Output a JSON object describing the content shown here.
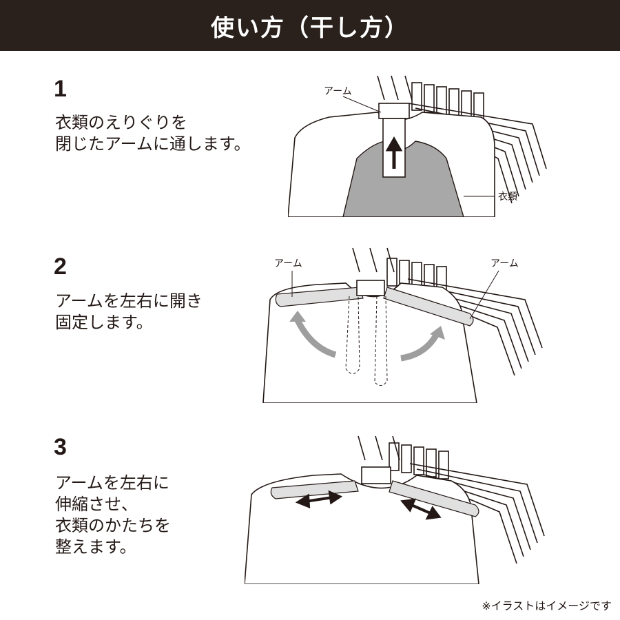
{
  "header": {
    "title": "使い方（干し方）"
  },
  "steps": [
    {
      "number": "1",
      "lines": [
        "衣類のえりぐりを",
        "閉じたアームに通します。"
      ],
      "callouts": {
        "arm": "アーム",
        "clothing": "衣類"
      }
    },
    {
      "number": "2",
      "lines": [
        "アームを左右に開き",
        "固定します。"
      ],
      "callouts": {
        "arm_left": "アーム",
        "arm_right": "アーム"
      }
    },
    {
      "number": "3",
      "lines": [
        "アームを左右に",
        "伸縮させ、",
        "衣類のかたちを",
        "整えます。"
      ]
    }
  ],
  "footnote": "※イラストはイメージです",
  "colors": {
    "header_bg": "#2a211d",
    "text": "#231815",
    "gray_arrow": "#9e9e9e",
    "shirt_gray": "#a8a8a8"
  }
}
